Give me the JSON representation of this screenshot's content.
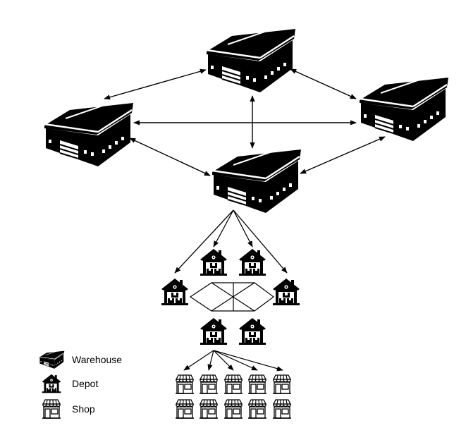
{
  "legend": {
    "items": [
      {
        "icon": "warehouse-icon",
        "label": "Warehouse"
      },
      {
        "icon": "depot-icon",
        "label": "Depot"
      },
      {
        "icon": "shop-icon",
        "label": "Shop"
      }
    ]
  },
  "colors": {
    "ink": "#000000",
    "paper": "#ffffff"
  }
}
